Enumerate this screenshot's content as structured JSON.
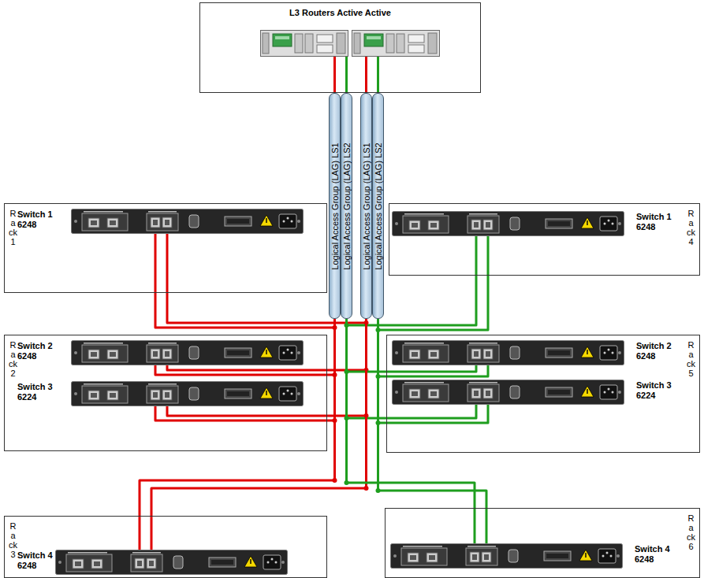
{
  "diagram": {
    "nodes": [
      {
        "text": [
          "L3 Routers Active Active"
        ]
      },
      {
        "text": [
          "Logical Access Group (LAG) LS1"
        ]
      },
      {
        "text": [
          "Logical Access Group (LAG) LS2"
        ]
      },
      {
        "text": [
          "Logical Access Group (LAG) LS1"
        ]
      },
      {
        "text": [
          "Logical Access Group (LAG) LS2"
        ]
      },
      {
        "text": [
          "Rack 1"
        ]
      },
      {
        "text": [
          "Switch 1 6248"
        ],
        "in": 5
      },
      {
        "text": [
          "Rack 4"
        ]
      },
      {
        "text": [
          "Switch 1 6248"
        ],
        "in": 7
      },
      {
        "text": [
          "Rack 2"
        ]
      },
      {
        "text": [
          "Switch 2 6248"
        ],
        "in": 9
      },
      {
        "text": [
          "Switch 3 6224"
        ],
        "in": 9
      },
      {
        "text": [
          "Rack 5"
        ]
      },
      {
        "text": [
          "Switch 2 6248"
        ],
        "in": 12
      },
      {
        "text": [
          "Switch 3 6224"
        ],
        "in": 12
      },
      {
        "text": [
          "Rack 3"
        ]
      },
      {
        "text": [
          "Switch 4 6248"
        ],
        "in": 15
      },
      {
        "text": [
          "Rack 6"
        ]
      },
      {
        "text": [
          "Switch 4 6248"
        ],
        "in": 17
      }
    ],
    "edges": [
      {
        "from": 1,
        "to": 0,
        "arrow": "none"
      },
      {
        "from": 2,
        "to": 0,
        "arrow": "none"
      },
      {
        "from": 3,
        "to": 0,
        "arrow": "none"
      },
      {
        "from": 4,
        "to": 0,
        "arrow": "none"
      },
      {
        "from": 6,
        "to": 1,
        "arrow": "none"
      },
      {
        "from": 6,
        "to": 3,
        "arrow": "none"
      },
      {
        "from": 8,
        "to": 2,
        "arrow": "none"
      },
      {
        "from": 8,
        "to": 4,
        "arrow": "none"
      },
      {
        "from": 10,
        "to": 1,
        "arrow": "none"
      },
      {
        "from": 10,
        "to": 3,
        "arrow": "none"
      },
      {
        "from": 11,
        "to": 1,
        "arrow": "none"
      },
      {
        "from": 11,
        "to": 3,
        "arrow": "none"
      },
      {
        "from": 13,
        "to": 2,
        "arrow": "none"
      },
      {
        "from": 13,
        "to": 4,
        "arrow": "none"
      },
      {
        "from": 14,
        "to": 2,
        "arrow": "none"
      },
      {
        "from": 14,
        "to": 4,
        "arrow": "none"
      },
      {
        "from": 16,
        "to": 1,
        "arrow": "none"
      },
      {
        "from": 16,
        "to": 3,
        "arrow": "none"
      },
      {
        "from": 18,
        "to": 2,
        "arrow": "none"
      },
      {
        "from": 18,
        "to": 4,
        "arrow": "none"
      }
    ]
  }
}
